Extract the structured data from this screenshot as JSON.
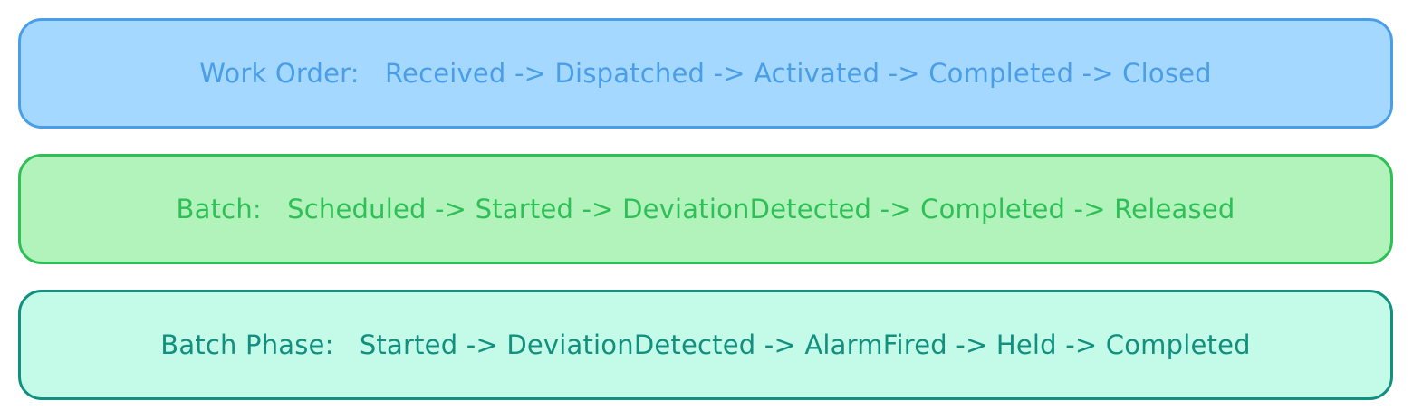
{
  "lanes": [
    {
      "id": "work-order",
      "text": "Work Order:   Received -> Dispatched -> Activated -> Completed -> Closed",
      "colors": {
        "fill": "#a5d8ff",
        "stroke": "#4a9ee8",
        "text": "#4a9ee8"
      }
    },
    {
      "id": "batch",
      "text": "Batch:   Scheduled -> Started -> DeviationDetected -> Completed -> Released",
      "colors": {
        "fill": "#b2f2bb",
        "stroke": "#2fbf57",
        "text": "#2fbf57"
      }
    },
    {
      "id": "batch-phase",
      "text": "Batch Phase:   Started -> DeviationDetected -> AlarmFired -> Held -> Completed",
      "colors": {
        "fill": "#c3fae8",
        "stroke": "#12907f",
        "text": "#12907f"
      }
    }
  ]
}
